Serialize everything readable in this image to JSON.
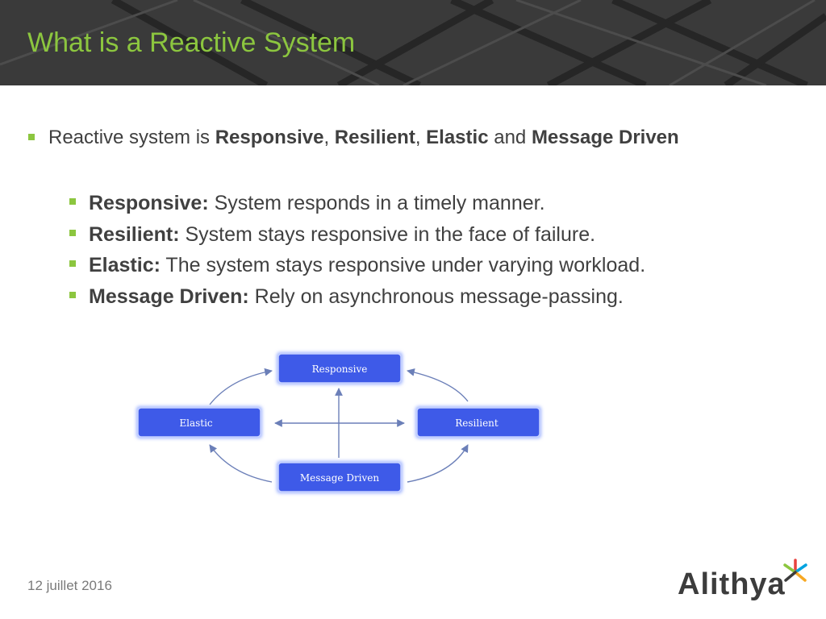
{
  "slide": {
    "title": "What is a Reactive System",
    "intro": {
      "prefix": "Reactive system is ",
      "t1": "Responsive",
      "sep1": ", ",
      "t2": "Resilient",
      "sep2": ", ",
      "t3": "Elastic",
      "and": " and ",
      "t4": "Message Driven"
    },
    "traits": [
      {
        "term": "Responsive:",
        "desc": " System responds in a timely manner."
      },
      {
        "term": "Resilient:",
        "desc": " System stays responsive in the face of failure."
      },
      {
        "term": "Elastic:",
        "desc": " The system stays responsive under varying workload."
      },
      {
        "term": "Message Driven:",
        "desc": " Rely on asynchronous message-passing."
      }
    ],
    "diagram": {
      "top": "Responsive",
      "left": "Elastic",
      "right": "Resilient",
      "bottom": "Message Driven"
    },
    "footer_date": "12 juillet 2016",
    "logo_text": "Alithya"
  },
  "colors": {
    "accent": "#8cc63f",
    "header_bg": "#3a3a3a",
    "node_fill": "#3e5ae8",
    "arrow": "#6b7fb8"
  }
}
